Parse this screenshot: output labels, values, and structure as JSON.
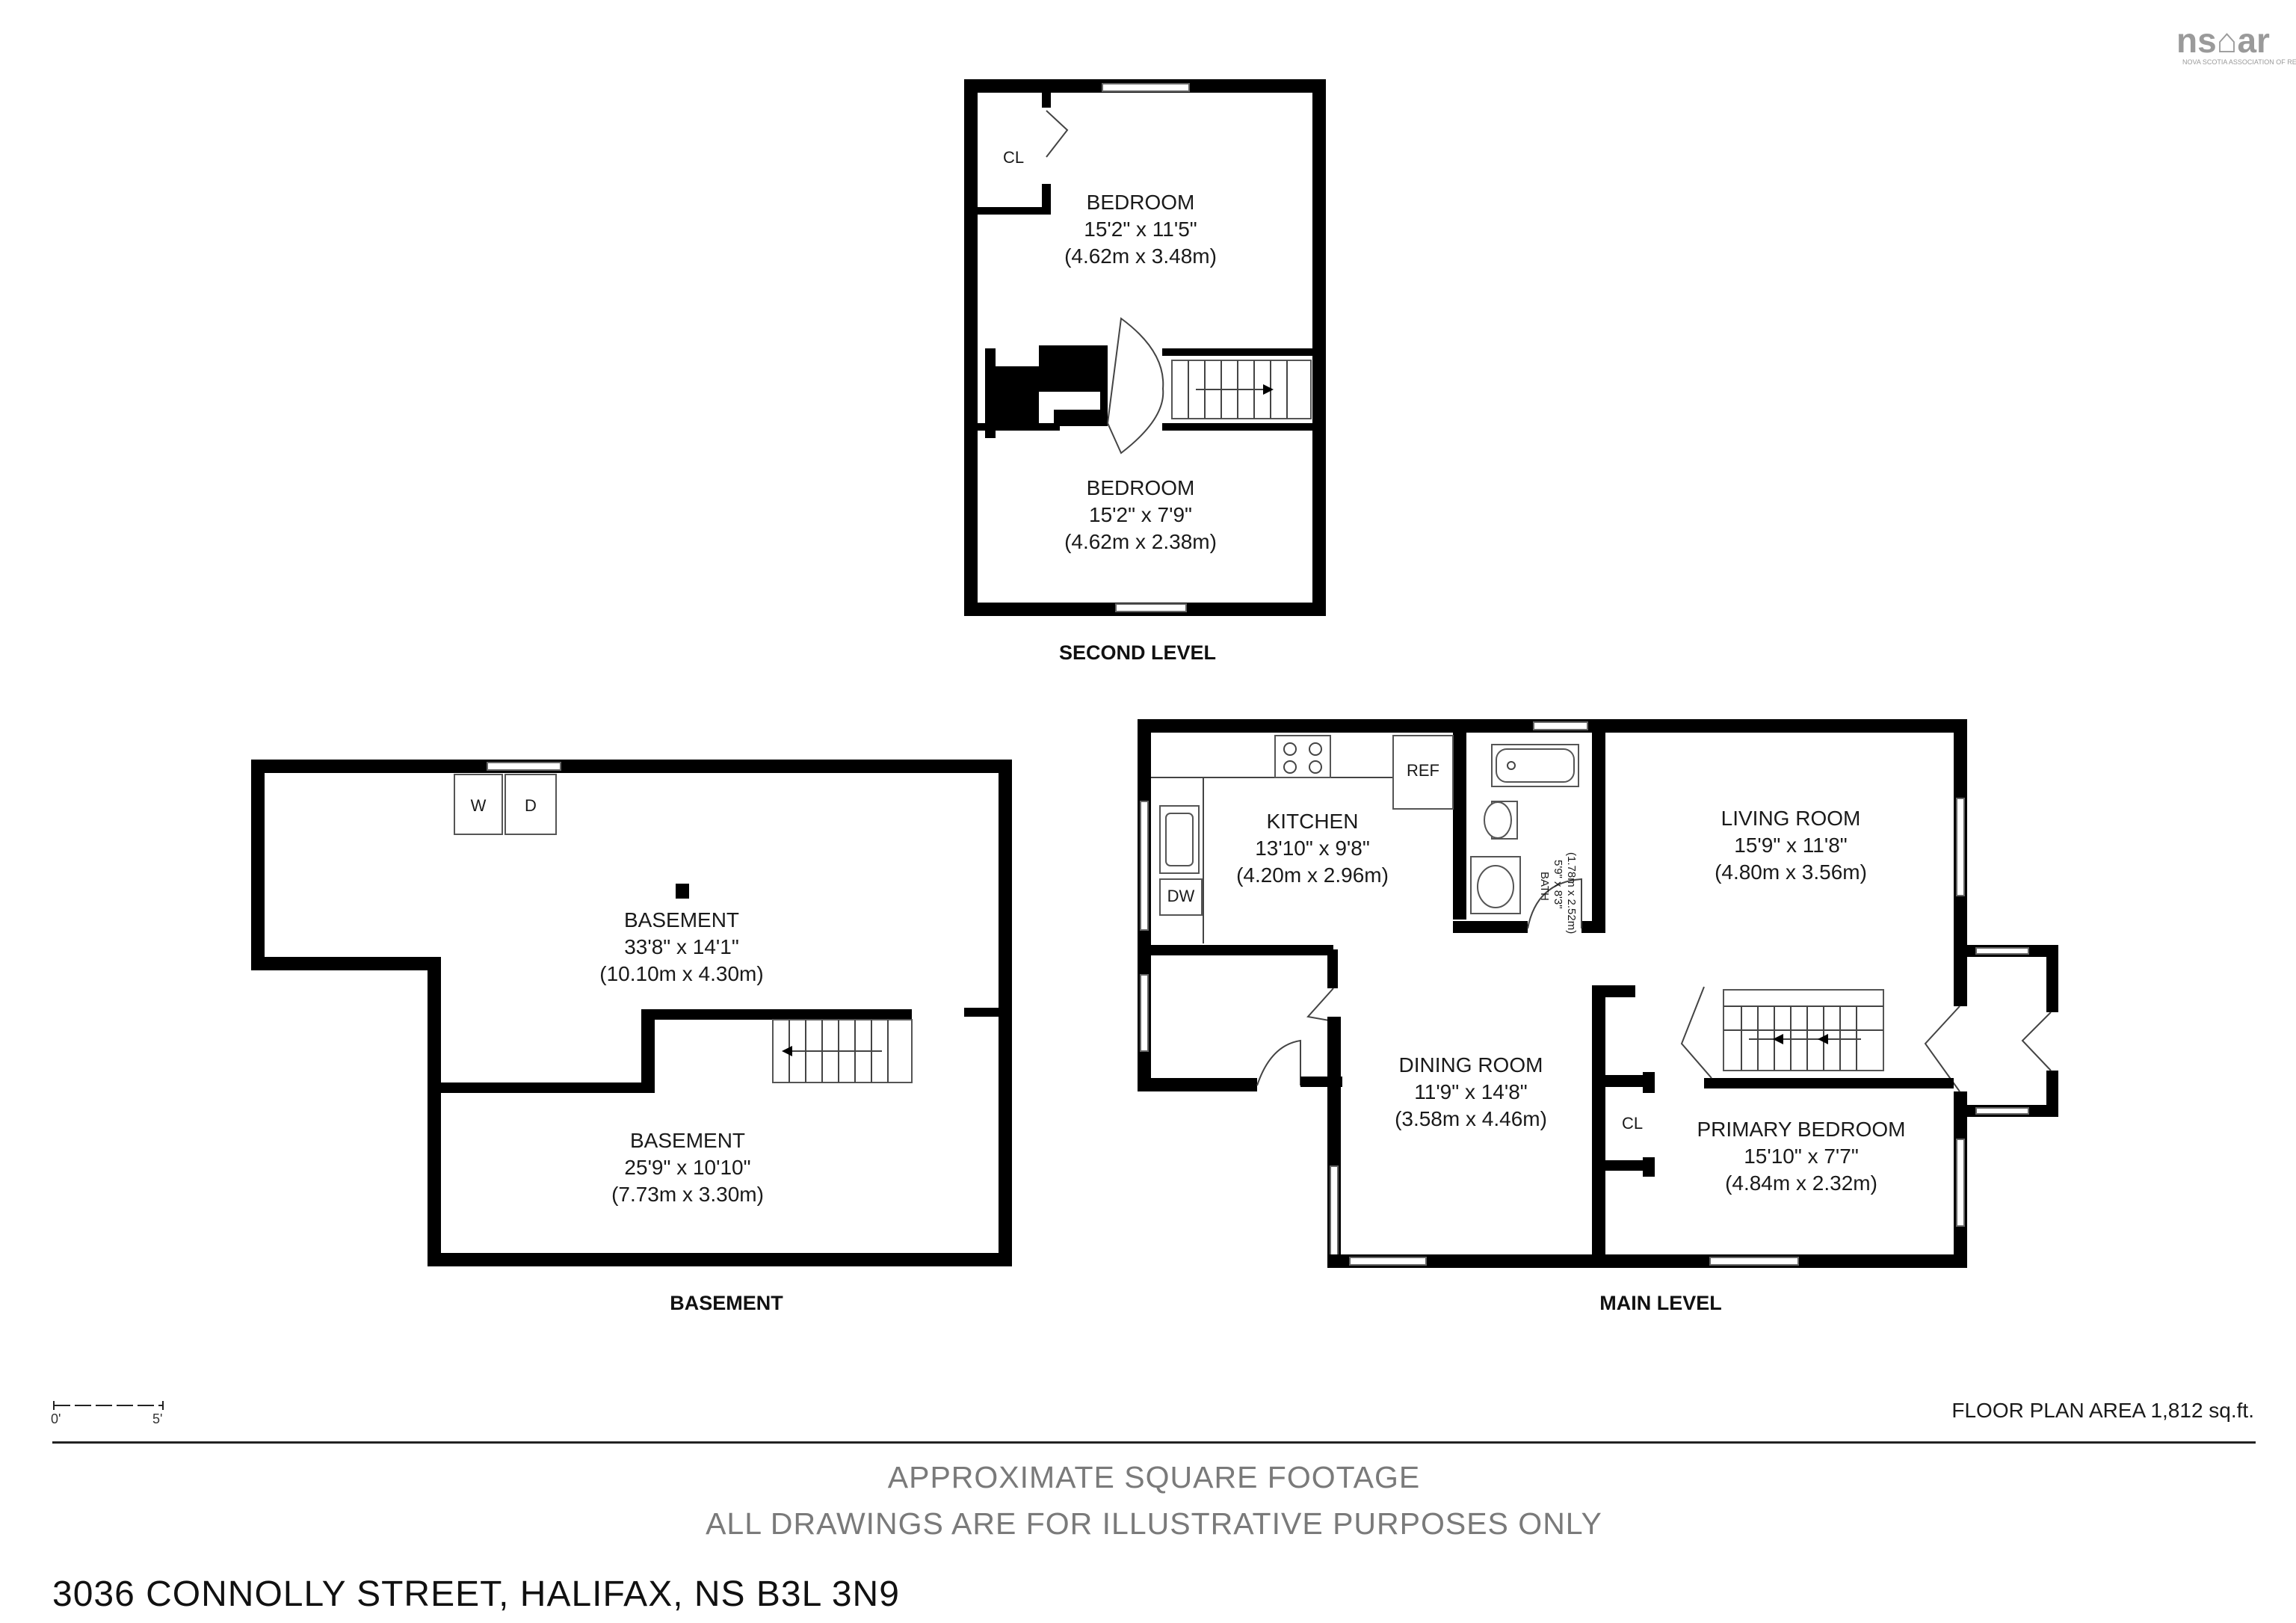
{
  "logo": {
    "text": "ns⌂ar",
    "subtext": "NOVA SCOTIA ASSOCIATION OF REALTORS"
  },
  "levels": {
    "second": "SECOND LEVEL",
    "basement": "BASEMENT",
    "main": "MAIN LEVEL"
  },
  "rooms": {
    "bedroom_upper": {
      "name": "BEDROOM",
      "imperial": "15'2\" x 11'5\"",
      "metric": "(4.62m x 3.48m)"
    },
    "bedroom_lower": {
      "name": "BEDROOM",
      "imperial": "15'2\" x 7'9\"",
      "metric": "(4.62m x 2.38m)"
    },
    "basement_upper": {
      "name": "BASEMENT",
      "imperial": "33'8\" x 14'1\"",
      "metric": "(10.10m x 4.30m)"
    },
    "basement_lower": {
      "name": "BASEMENT",
      "imperial": "25'9\" x 10'10\"",
      "metric": "(7.73m x 3.30m)"
    },
    "kitchen": {
      "name": "KITCHEN",
      "imperial": "13'10\" x 9'8\"",
      "metric": "(4.20m x 2.96m)"
    },
    "living": {
      "name": "LIVING ROOM",
      "imperial": "15'9\" x 11'8\"",
      "metric": "(4.80m x 3.56m)"
    },
    "dining": {
      "name": "DINING ROOM",
      "imperial": "11'9\" x 14'8\"",
      "metric": "(3.58m x 4.46m)"
    },
    "primary": {
      "name": "PRIMARY BEDROOM",
      "imperial": "15'10\" x 7'7\"",
      "metric": "(4.84m x 2.32m)"
    },
    "bath": {
      "name": "BATH",
      "imperial": "5'9\" x 8'3\"",
      "metric": "(1.78m x 2.52m)"
    }
  },
  "labels": {
    "closet_second": "CL",
    "closet_main": "CL",
    "washer": "W",
    "dryer": "D",
    "fridge": "REF",
    "dishwasher": "DW"
  },
  "scale": {
    "start": "0'",
    "end": "5'"
  },
  "floor_area": "FLOOR PLAN AREA 1,812 sq.ft.",
  "footer": {
    "line1": "APPROXIMATE SQUARE FOOTAGE",
    "line2": "ALL DRAWINGS ARE FOR ILLUSTRATIVE PURPOSES ONLY"
  },
  "address": "3036 CONNOLLY STREET, HALIFAX, NS B3L 3N9"
}
